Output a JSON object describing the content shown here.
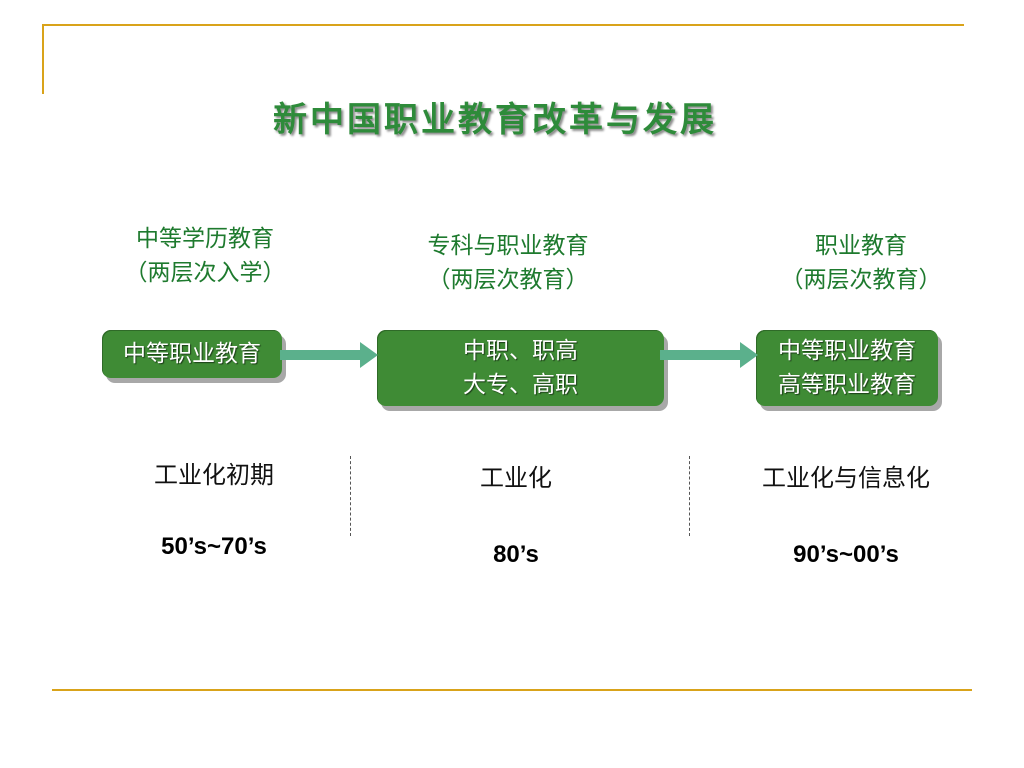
{
  "title": "新中国职业教育改革与发展",
  "stages": [
    {
      "label_line1": "中等学历教育",
      "label_line2": "（两层次入学）",
      "box_lines": [
        "中等职业教育"
      ],
      "era": "工业化初期",
      "years": "50’s~70’s"
    },
    {
      "label_line1": "专科与职业教育",
      "label_line2": "（两层次教育）",
      "box_lines": [
        "中职、职高",
        "大专、高职"
      ],
      "era": "工业化",
      "years": "80’s"
    },
    {
      "label_line1": "职业教育",
      "label_line2": "（两层次教育）",
      "box_lines": [
        "中等职业教育",
        "高等职业教育"
      ],
      "era": "工业化与信息化",
      "years": "90’s~00’s"
    }
  ],
  "colors": {
    "accent_line": "#d9a31a",
    "title": "#2e8b3a",
    "stage_label": "#1e7a2e",
    "box_fill": "#3f8b35",
    "arrow": "#5bb08c"
  }
}
